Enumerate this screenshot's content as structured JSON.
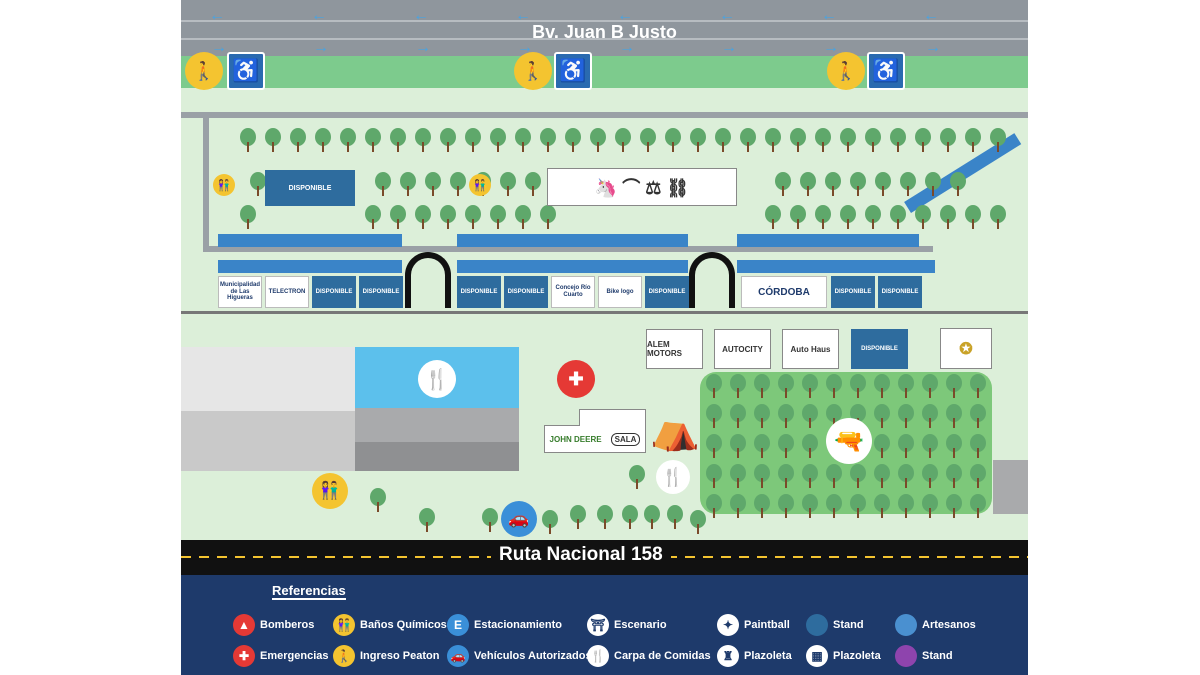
{
  "streets": {
    "top": "Bv. Juan B Justo",
    "bottom": "Ruta Nacional 158"
  },
  "stands_row": [
    {
      "label": "Municipalidad de Las Higueras",
      "type": "logo"
    },
    {
      "label": "TELECTRON",
      "type": "logo"
    },
    {
      "label": "DISPONIBLE",
      "type": "disp"
    },
    {
      "label": "DISPONIBLE",
      "type": "disp"
    },
    {
      "label": "DISPONIBLE",
      "type": "disp"
    },
    {
      "label": "DISPONIBLE",
      "type": "disp"
    },
    {
      "label": "Concejo Río Cuarto",
      "type": "logo"
    },
    {
      "label": "Bike logo",
      "type": "logo"
    },
    {
      "label": "DISPONIBLE",
      "type": "disp"
    },
    {
      "label": "CÓRDOBA",
      "type": "logo"
    },
    {
      "label": "DISPONIBLE",
      "type": "disp"
    },
    {
      "label": "DISPONIBLE",
      "type": "disp"
    }
  ],
  "upper_stand": "DISPONIBLE",
  "lower_stands": [
    "ALEM MOTORS",
    "AUTOCITY",
    "Auto Haus",
    "DISPONIBLE"
  ],
  "sponsors": [
    "JOHN DEERE",
    "SALA"
  ],
  "legend": {
    "title": "Referencias",
    "items": [
      {
        "label": "Bomberos",
        "color": "#e53935",
        "icon": "fire-icon"
      },
      {
        "label": "Baños Químicos",
        "color": "#f4c430",
        "icon": "restroom-icon"
      },
      {
        "label": "Estacionamiento",
        "color": "#3a8fd8",
        "icon": "parking-icon"
      },
      {
        "label": "Escenario",
        "color": "#ffffff",
        "icon": "stage-icon"
      },
      {
        "label": "Paintball",
        "color": "#ffffff",
        "icon": "paintball-icon"
      },
      {
        "label": "Stand",
        "color": "#2e6c9e",
        "icon": "stand-dot"
      },
      {
        "label": "Artesanos",
        "color": "#4a90d0",
        "icon": "artisans-dot"
      },
      {
        "label": "Emergencias",
        "color": "#e53935",
        "icon": "emergency-icon"
      },
      {
        "label": "Ingreso Peaton",
        "color": "#f4c430",
        "icon": "pedestrian-icon"
      },
      {
        "label": "Vehículos Autorizados",
        "color": "#3a8fd8",
        "icon": "car-icon"
      },
      {
        "label": "Carpa de Comidas",
        "color": "#ffffff",
        "icon": "food-icon"
      },
      {
        "label": "Plazoleta",
        "color": "#ffffff",
        "icon": "monument-icon"
      },
      {
        "label": "Plazoleta",
        "color": "#ffffff",
        "icon": "plaza-icon"
      },
      {
        "label": "Stand",
        "color": "#8e44ad",
        "icon": "stand-purple-dot"
      }
    ],
    "glyphs": [
      "▲",
      "👫",
      "E",
      "⛩",
      "✦",
      "",
      "",
      "✚",
      "🚶",
      "🚗",
      "🍴",
      "♜",
      "▦",
      ""
    ]
  }
}
